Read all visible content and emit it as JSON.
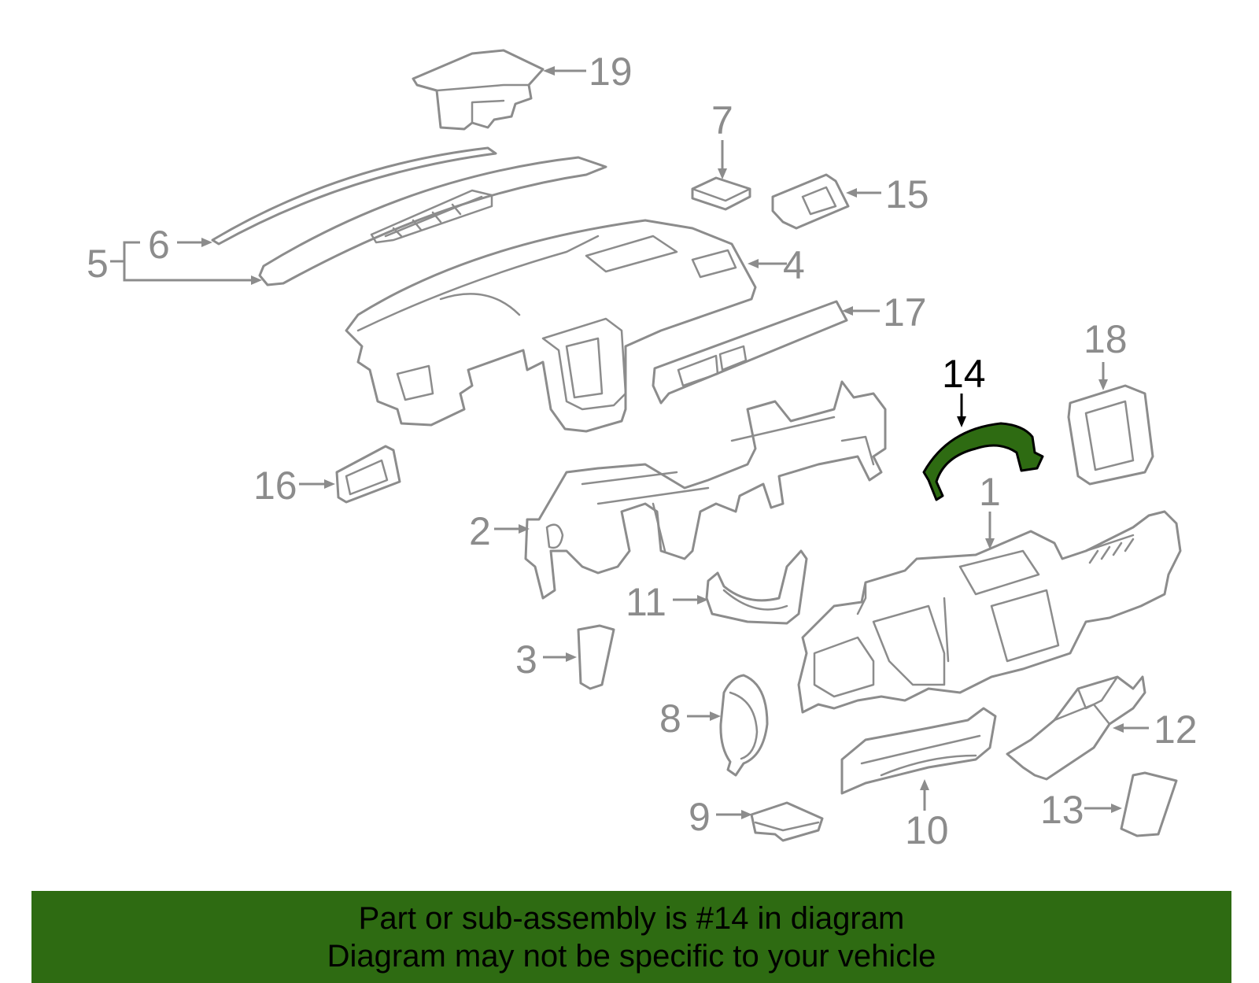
{
  "diagram": {
    "highlighted_callout": "14",
    "highlight_color": "#2e6b12",
    "line_color": "#8c8c8c",
    "callouts": [
      {
        "id": "1",
        "label": "1"
      },
      {
        "id": "2",
        "label": "2"
      },
      {
        "id": "3",
        "label": "3"
      },
      {
        "id": "4",
        "label": "4"
      },
      {
        "id": "5",
        "label": "5"
      },
      {
        "id": "6",
        "label": "6"
      },
      {
        "id": "7",
        "label": "7"
      },
      {
        "id": "8",
        "label": "8"
      },
      {
        "id": "9",
        "label": "9"
      },
      {
        "id": "10",
        "label": "10"
      },
      {
        "id": "11",
        "label": "11"
      },
      {
        "id": "12",
        "label": "12"
      },
      {
        "id": "13",
        "label": "13"
      },
      {
        "id": "14",
        "label": "14"
      },
      {
        "id": "15",
        "label": "15"
      },
      {
        "id": "16",
        "label": "16"
      },
      {
        "id": "17",
        "label": "17"
      },
      {
        "id": "18",
        "label": "18"
      },
      {
        "id": "19",
        "label": "19"
      }
    ]
  },
  "banner": {
    "line1": "Part or sub-assembly is #14 in diagram",
    "line2": "Diagram may not be specific to your vehicle",
    "background": "#2e6b12"
  }
}
